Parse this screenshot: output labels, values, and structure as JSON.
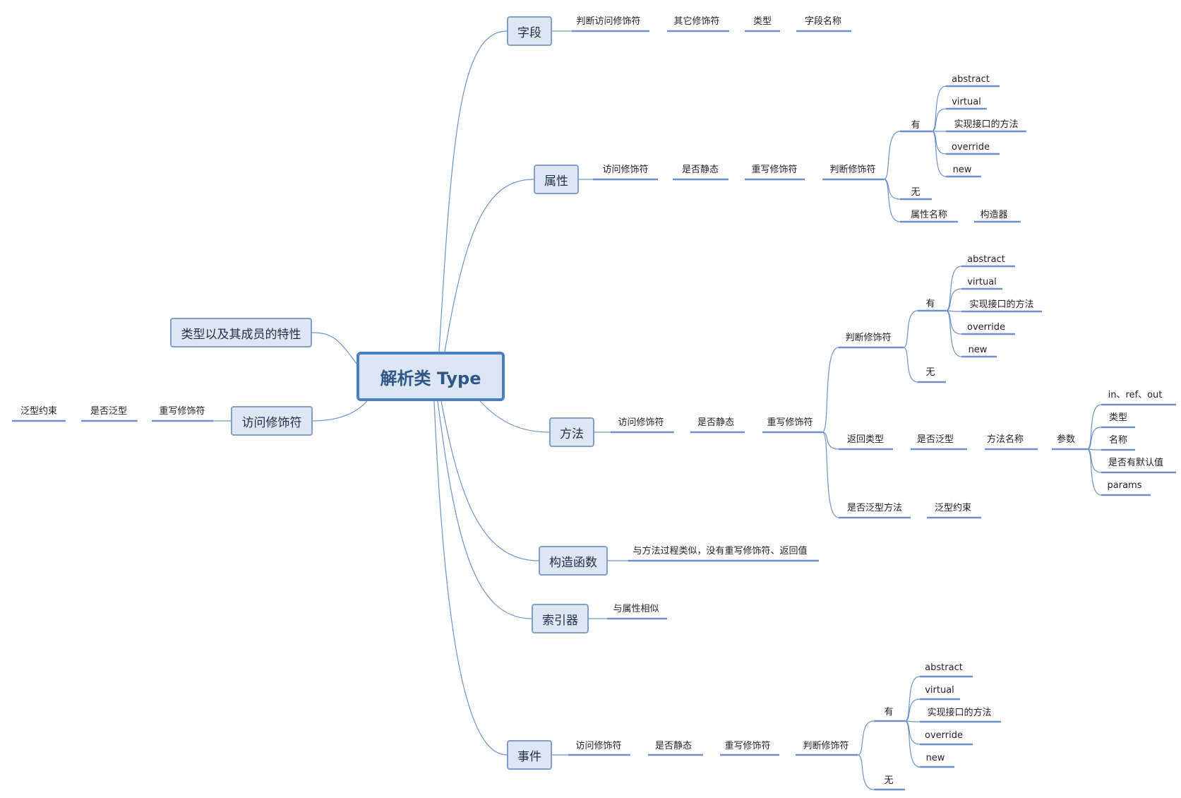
{
  "root": "解析类 Type",
  "branches": {
    "field": {
      "label": "字段",
      "chain": [
        "判断访问修饰符",
        "其它修饰符",
        "类型",
        "字段名称"
      ]
    },
    "property": {
      "label": "属性",
      "chain": [
        "访问修饰符",
        "是否静态",
        "重写修饰符",
        "判断修饰符"
      ],
      "has": "有",
      "has_items": [
        "abstract",
        "virtual",
        "实现接口的方法",
        "override",
        "new"
      ],
      "none": "无",
      "name": "属性名称",
      "name_child": "构造器"
    },
    "attributes": {
      "label": "类型以及其成员的特性"
    },
    "access": {
      "label": "访问修饰符",
      "chain": [
        "重写修饰符",
        "是否泛型",
        "泛型约束"
      ]
    },
    "method": {
      "label": "方法",
      "chain": [
        "访问修饰符",
        "是否静态",
        "重写修饰符"
      ],
      "judge": "判断修饰符",
      "has": "有",
      "has_items": [
        "abstract",
        "virtual",
        "实现接口的方法",
        "override",
        "new"
      ],
      "none": "无",
      "return_chain": [
        "返回类型",
        "是否泛型",
        "方法名称",
        "参数"
      ],
      "param_items": [
        "in、ref、out",
        "类型",
        "名称",
        "是否有默认值",
        "params"
      ],
      "generic": "是否泛型方法",
      "generic_child": "泛型约束"
    },
    "ctor": {
      "label": "构造函数",
      "note": "与方法过程类似，没有重写修饰符、返回值"
    },
    "indexer": {
      "label": "索引器",
      "note": "与属性相似"
    },
    "event": {
      "label": "事件",
      "chain": [
        "访问修饰符",
        "是否静态",
        "重写修饰符",
        "判断修饰符"
      ],
      "has": "有",
      "has_items": [
        "abstract",
        "virtual",
        "实现接口的方法",
        "override",
        "new"
      ],
      "none": "无"
    }
  }
}
